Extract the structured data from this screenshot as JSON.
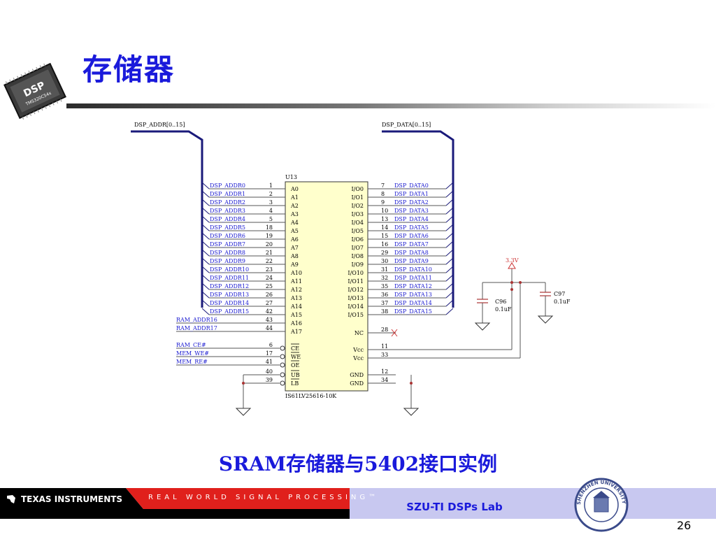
{
  "slide": {
    "title": "存储器",
    "caption": "SRAM存储器与5402接口实例",
    "page_number": "26"
  },
  "chip_logo": {
    "label": "DSP",
    "part": "TMS320C54x"
  },
  "footer": {
    "brand": "TEXAS INSTRUMENTS",
    "tagline": "REAL WORLD SIGNAL PROCESSING™",
    "lab": "SZU-TI DSPs Lab",
    "seal_text": "SHENZHEN UNIVERSITY 1983"
  },
  "schematic": {
    "bus_left": "DSP_ADDR[0..15]",
    "bus_right": "DSP_DATA[0..15]",
    "chip_ref": "U13",
    "chip_part": "IS61LV25616-10K",
    "left_pins": [
      {
        "net": "DSP_ADDR0",
        "num": "1",
        "name": "A0"
      },
      {
        "net": "DSP_ADDR1",
        "num": "2",
        "name": "A1"
      },
      {
        "net": "DSP_ADDR2",
        "num": "3",
        "name": "A2"
      },
      {
        "net": "DSP_ADDR3",
        "num": "4",
        "name": "A3"
      },
      {
        "net": "DSP_ADDR4",
        "num": "5",
        "name": "A4"
      },
      {
        "net": "DSP_ADDR5",
        "num": "18",
        "name": "A5"
      },
      {
        "net": "DSP_ADDR6",
        "num": "19",
        "name": "A6"
      },
      {
        "net": "DSP_ADDR7",
        "num": "20",
        "name": "A7"
      },
      {
        "net": "DSP_ADDR8",
        "num": "21",
        "name": "A8"
      },
      {
        "net": "DSP_ADDR9",
        "num": "22",
        "name": "A9"
      },
      {
        "net": "DSP_ADDR10",
        "num": "23",
        "name": "A10"
      },
      {
        "net": "DSP_ADDR11",
        "num": "24",
        "name": "A11"
      },
      {
        "net": "DSP_ADDR12",
        "num": "25",
        "name": "A12"
      },
      {
        "net": "DSP_ADDR13",
        "num": "26",
        "name": "A13"
      },
      {
        "net": "DSP_ADDR14",
        "num": "27",
        "name": "A14"
      },
      {
        "net": "DSP_ADDR15",
        "num": "42",
        "name": "A15"
      },
      {
        "net": "RAM_ADDR16",
        "num": "43",
        "name": "A16"
      },
      {
        "net": "RAM_ADDR17",
        "num": "44",
        "name": "A17"
      },
      {
        "net": "RAM_CE#",
        "num": "6",
        "name": "CE"
      },
      {
        "net": "MEM_WE#",
        "num": "17",
        "name": "WE"
      },
      {
        "net": "MEM_RE#",
        "num": "41",
        "name": "OE"
      },
      {
        "net": "",
        "num": "40",
        "name": "UB"
      },
      {
        "net": "",
        "num": "39",
        "name": "LB"
      }
    ],
    "right_pins": [
      {
        "net": "DSP_DATA0",
        "num": "7",
        "name": "I/O0"
      },
      {
        "net": "DSP_DATA1",
        "num": "8",
        "name": "I/O1"
      },
      {
        "net": "DSP_DATA2",
        "num": "9",
        "name": "I/O2"
      },
      {
        "net": "DSP_DATA3",
        "num": "10",
        "name": "I/O3"
      },
      {
        "net": "DSP_DATA4",
        "num": "13",
        "name": "I/O4"
      },
      {
        "net": "DSP_DATA5",
        "num": "14",
        "name": "I/O5"
      },
      {
        "net": "DSP_DATA6",
        "num": "15",
        "name": "I/O6"
      },
      {
        "net": "DSP_DATA7",
        "num": "16",
        "name": "I/O7"
      },
      {
        "net": "DSP_DATA8",
        "num": "29",
        "name": "I/O8"
      },
      {
        "net": "DSP_DATA9",
        "num": "30",
        "name": "I/O9"
      },
      {
        "net": "DSP_DATA10",
        "num": "31",
        "name": "I/O10"
      },
      {
        "net": "DSP_DATA11",
        "num": "32",
        "name": "I/O11"
      },
      {
        "net": "DSP_DATA12",
        "num": "35",
        "name": "I/O12"
      },
      {
        "net": "DSP_DATA13",
        "num": "36",
        "name": "I/O13"
      },
      {
        "net": "DSP_DATA14",
        "num": "37",
        "name": "I/O14"
      },
      {
        "net": "DSP_DATA15",
        "num": "38",
        "name": "I/O15"
      },
      {
        "net": "",
        "num": "28",
        "name": "NC"
      },
      {
        "net": "",
        "num": "11",
        "name": "Vcc"
      },
      {
        "net": "",
        "num": "33",
        "name": "Vcc"
      },
      {
        "net": "",
        "num": "12",
        "name": "GND"
      },
      {
        "net": "",
        "num": "34",
        "name": "GND"
      }
    ],
    "power_label": "3.3V",
    "capacitors": [
      {
        "ref": "C96",
        "value": "0.1uF"
      },
      {
        "ref": "C97",
        "value": "0.1uF"
      }
    ]
  },
  "colors": {
    "title": "#1a1adb",
    "net_label": "#1a1ad0",
    "bus": "#1a1a7a",
    "wire": "#555555",
    "chip_fill": "#ffffcc",
    "power_symbol": "#cc3333",
    "nc_mark": "#cc3333",
    "footer_black": "#000000",
    "footer_red": "#e0201c",
    "footer_lavender": "#c8c8f0"
  }
}
